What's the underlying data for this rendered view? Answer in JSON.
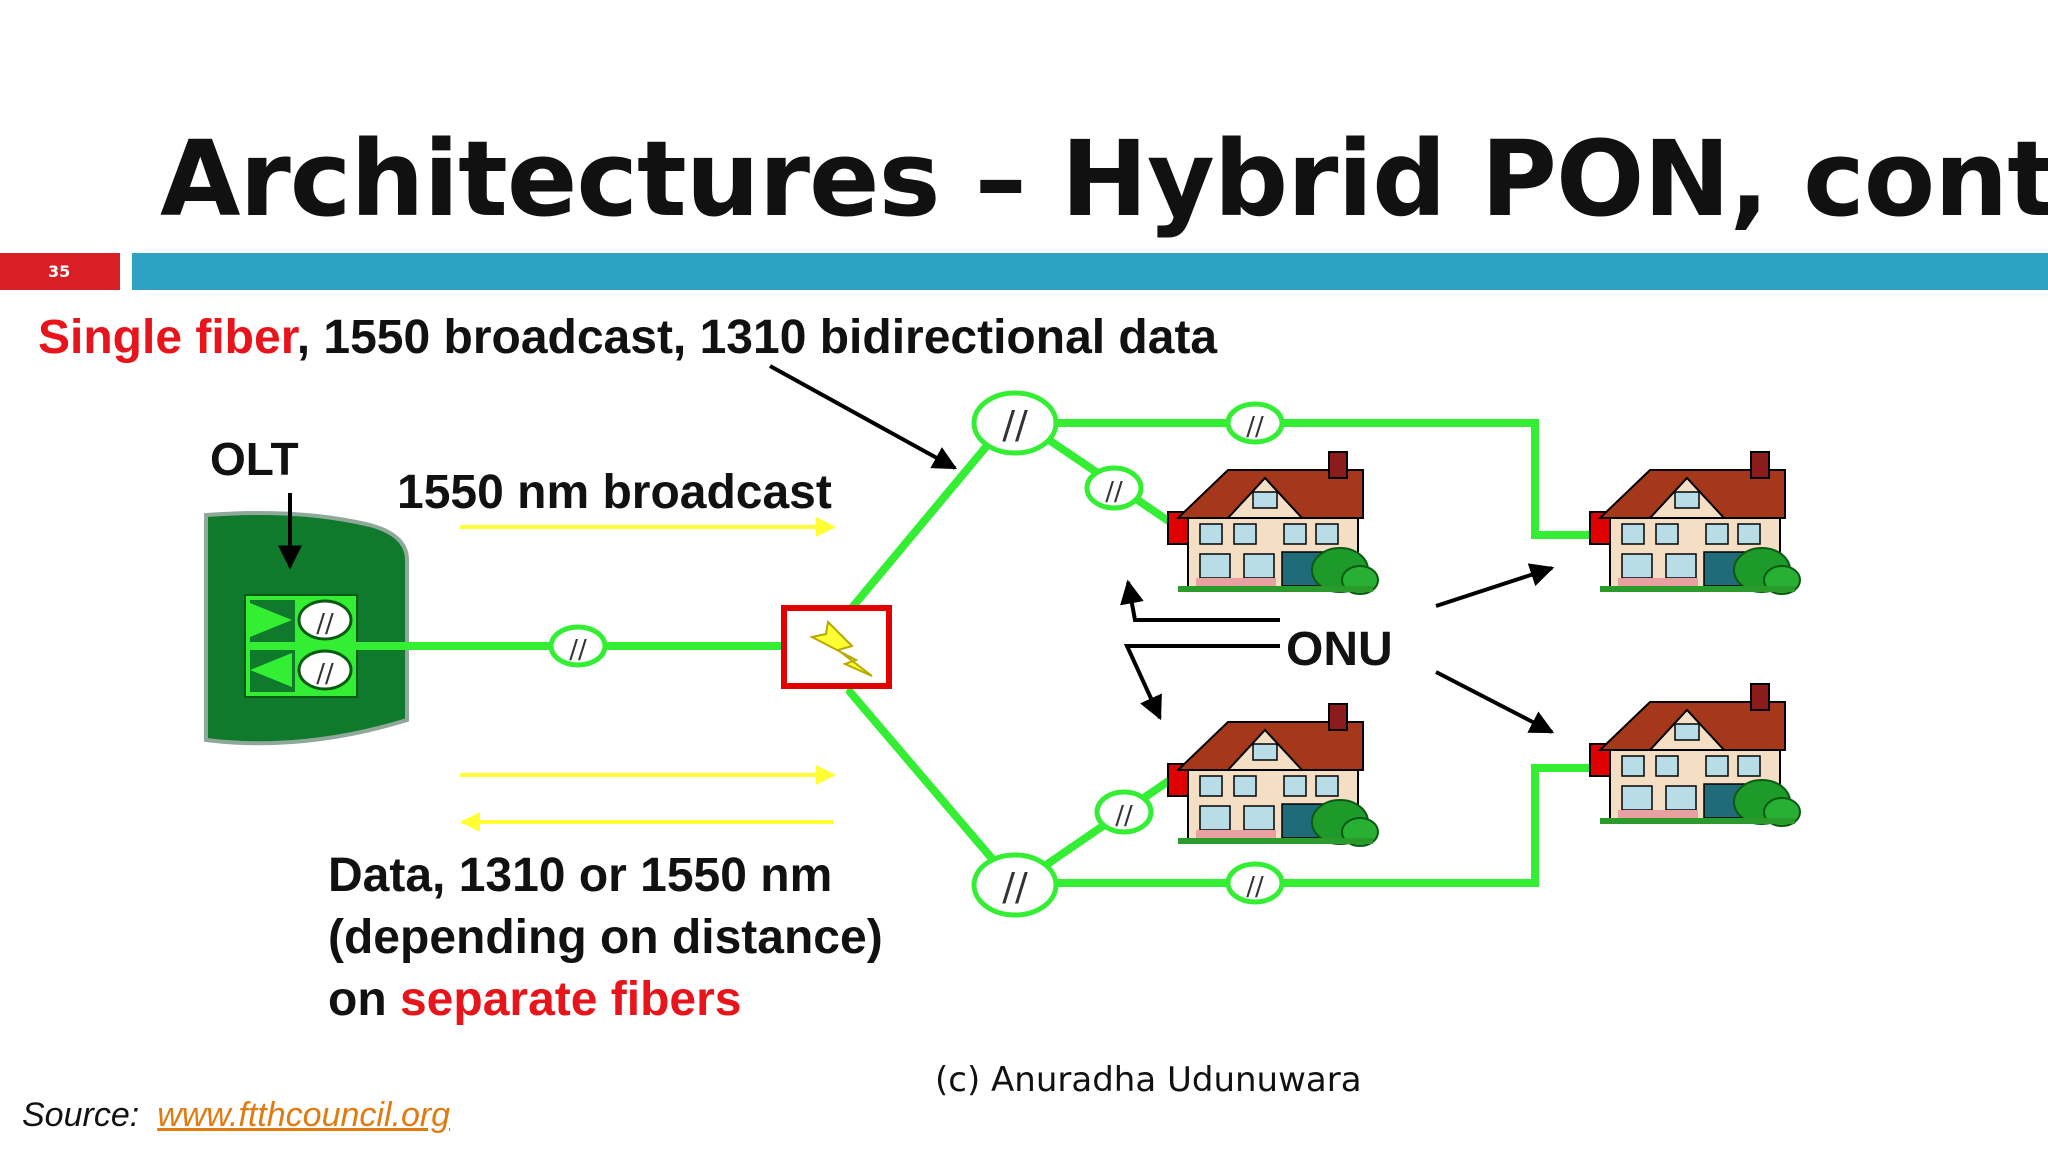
{
  "slide": {
    "title": "Architectures – Hybrid PON, cont.,",
    "slide_number": "35",
    "accent_red": "#d91f26",
    "accent_blue": "#2da2c3"
  },
  "subtitle": {
    "highlight": "Single fiber",
    "rest": ", 1550 broadcast, 1310 bidirectional data"
  },
  "diagram": {
    "olt_label": "OLT",
    "broadcast_label": "1550 nm broadcast",
    "onu_label": "ONU",
    "splice_symbol": "//",
    "fiber_color": "#33ee33",
    "signal_color": "#ffff33",
    "data_label": {
      "line1": "Data, 1310 or 1550 nm",
      "line2": "(depending on distance)",
      "line3_prefix": "on ",
      "line3_highlight": "separate fibers"
    }
  },
  "footer": {
    "copyright": "(c) Anuradha Udunuwara",
    "source_label": "Source:",
    "source_link": "www.ftthcouncil.org"
  }
}
